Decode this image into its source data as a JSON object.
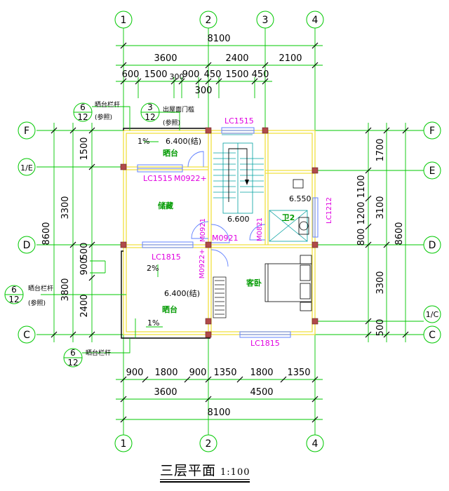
{
  "title": "三层平面",
  "scale": "1:100",
  "grid": {
    "top": [
      "1",
      "2",
      "3",
      "4"
    ],
    "bottom": [
      "1",
      "2",
      "4"
    ],
    "left": [
      "F",
      "1/E",
      "D",
      "C"
    ],
    "right": [
      "F",
      "E",
      "D",
      "1/C",
      "C"
    ]
  },
  "dims": {
    "top_total": "8100",
    "top_mid": [
      "3600",
      "2400",
      "2100"
    ],
    "top_detail": [
      "600",
      "1500",
      "300",
      "900",
      "450",
      "1500",
      "450"
    ],
    "top_detail_extra": "300",
    "bottom_detail": [
      "900",
      "1800",
      "900",
      "1350",
      "1800",
      "1350"
    ],
    "bottom_mid": [
      "3600",
      "4500"
    ],
    "bottom_total": "8100",
    "left_detail": [
      "1500",
      "3300",
      "900",
      "500",
      "2400"
    ],
    "left_mid": [
      "3800"
    ],
    "left_total": "8600",
    "right_detail": [
      "1700",
      "1100",
      "1200",
      "800",
      "500"
    ],
    "right_mid": [
      "3100",
      "3300"
    ],
    "right_total": "8600"
  },
  "rooms": {
    "storage": "储藏",
    "balcony_top": "晒台",
    "balcony_bottom": "晒台",
    "bedroom": "客卧",
    "wc": "卫2"
  },
  "elevations": {
    "balcony_top": "6.400(结)",
    "balcony_bottom": "6.400(结)",
    "stair": "6.600",
    "wc": "6.550"
  },
  "slopes": {
    "top": "1%",
    "mid": "2%",
    "bottom": "1%"
  },
  "windows": [
    "LC1515",
    "LC1515",
    "LC1212",
    "LC1815",
    "LC1815"
  ],
  "doors": [
    "M0922+",
    "M0921",
    "M0921",
    "M0821",
    "M0922+"
  ],
  "callouts": [
    {
      "num": "6",
      "den": "12",
      "label": "晒台栏杆",
      "sub": "(参照)"
    },
    {
      "num": "3",
      "den": "12",
      "label": "出屋面门槛",
      "sub": "(参照)"
    },
    {
      "num": "6",
      "den": "12",
      "label": "晒台栏杆",
      "sub": "(参照)"
    },
    {
      "num": "6",
      "den": "12",
      "label": "晒台栏杆",
      "sub": ""
    }
  ],
  "colors": {
    "grid": "#00c800",
    "wall": "#ffff60",
    "text": "#000000",
    "magenta": "#e000e0",
    "label": "#009a00",
    "column": "#b04a4a",
    "cyan": "#00a0a0",
    "blue": "#6080ff"
  }
}
